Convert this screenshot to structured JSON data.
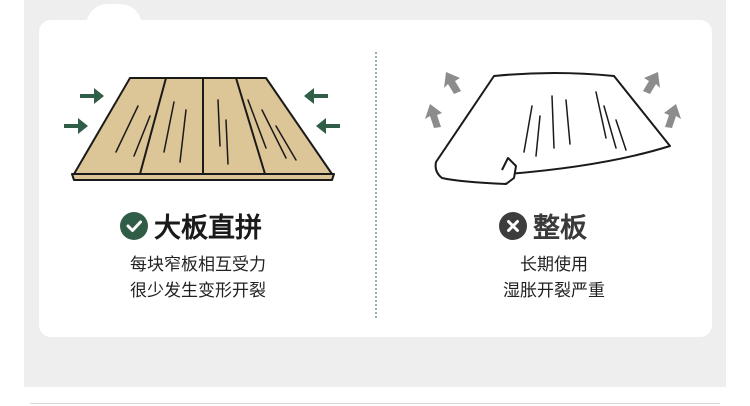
{
  "left_panel": {
    "title": "大板直拼",
    "line1": "每块窄板相互受力",
    "line2": "很少发生变形开裂"
  },
  "right_panel": {
    "title": "整板",
    "line1": "长期使用",
    "line2": "湿胀开裂严重"
  },
  "colors": {
    "accent_green": "#2f5d45",
    "wood": "#dcc596",
    "dark_badge": "#3d3d3d",
    "background_band": "#eeeeee"
  },
  "icons": {
    "good": "check-circle-icon",
    "bad": "x-circle-icon"
  }
}
